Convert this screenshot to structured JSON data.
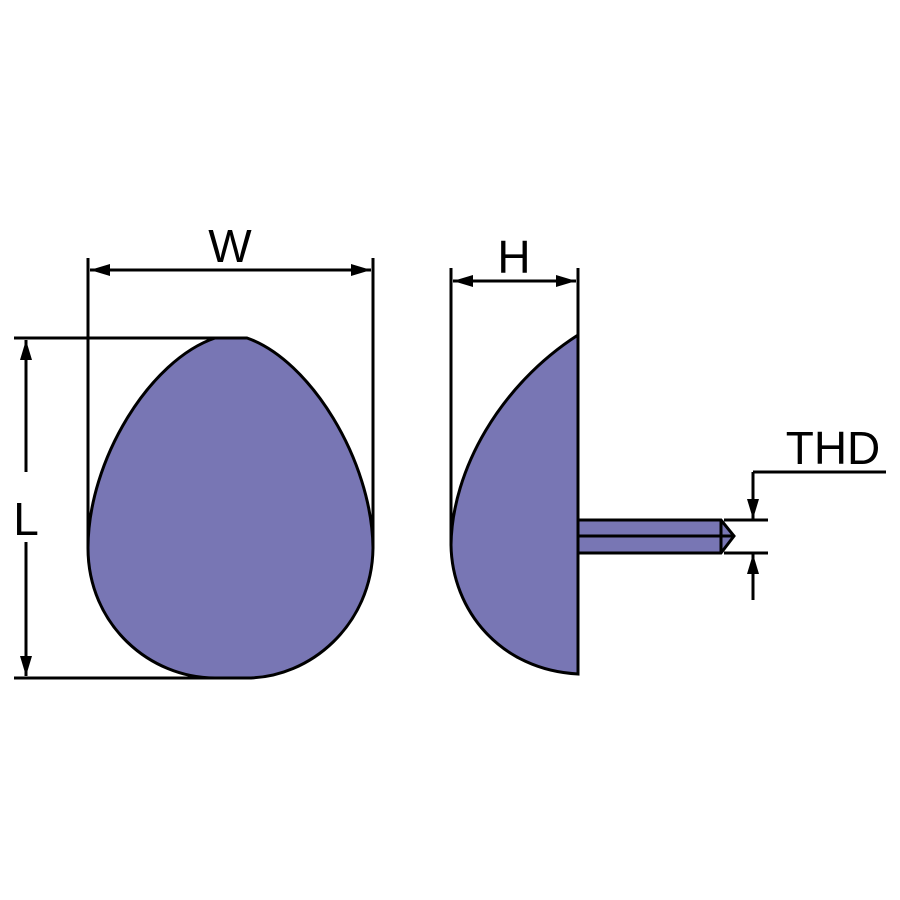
{
  "labels": {
    "width": "W",
    "height": "H",
    "length": "L",
    "thread": "THD"
  },
  "colors": {
    "fill": "#7876b4",
    "stroke": "#000000",
    "background": "#ffffff"
  }
}
